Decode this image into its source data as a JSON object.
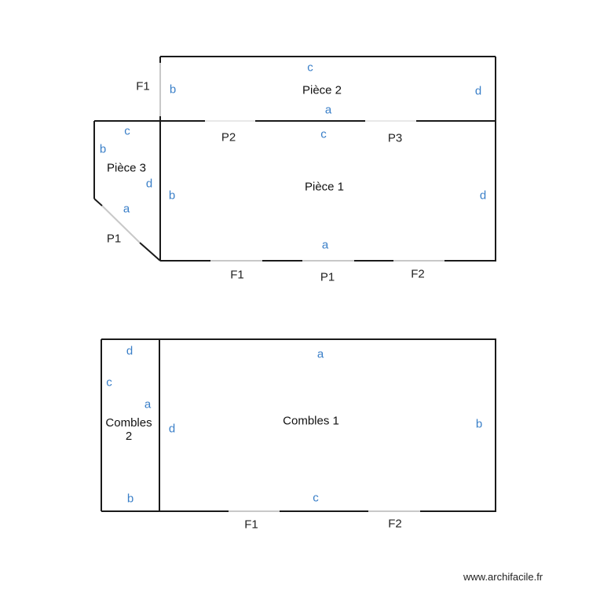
{
  "rooms": {
    "piece2": {
      "name": "Pièce 2",
      "walls": {
        "a": "a",
        "b": "b",
        "c": "c",
        "d": "d"
      }
    },
    "piece1": {
      "name": "Pièce 1",
      "walls": {
        "a": "a",
        "b": "b",
        "c": "c",
        "d": "d"
      }
    },
    "piece3": {
      "name": "Pièce 3",
      "walls": {
        "a": "a",
        "b": "b",
        "c": "c",
        "d": "d"
      }
    },
    "combles1": {
      "name": "Combles 1",
      "walls": {
        "a": "a",
        "b": "b",
        "c": "c",
        "d": "d"
      }
    },
    "combles2": {
      "name_line1": "Combles",
      "name_line2": "2",
      "walls": {
        "a": "a",
        "b": "b",
        "c": "c",
        "d": "d"
      }
    }
  },
  "openings": {
    "piece2_f1": "F1",
    "p2": "P2",
    "p3": "P3",
    "piece3_p1": "P1",
    "piece1_f1": "F1",
    "piece1_p1": "P1",
    "piece1_f2": "F2",
    "combles1_f1": "F1",
    "combles1_f2": "F2"
  },
  "colors": {
    "wall": "#1a1a1a",
    "opening": "#c8c8c8",
    "wall_letter": "#3a7fc8"
  },
  "watermark": "www.archifacile.fr"
}
